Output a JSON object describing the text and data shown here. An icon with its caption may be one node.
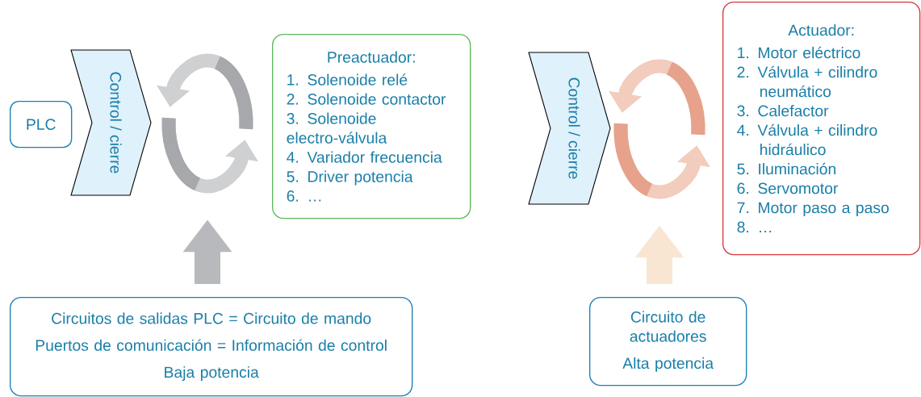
{
  "diagram": {
    "nodes": [
      {
        "text": [
          "PLC"
        ]
      },
      {
        "text": [
          "Control / cierre"
        ]
      },
      {
        "text": [],
        "shape": "picture"
      },
      {
        "text": [
          "Preactuador:",
          "1. Solenoide relé",
          "2. Solenoide contactor",
          "3. Solenoide electro-válvula",
          "4. Variador frecuencia",
          "5. Driver potencia",
          "6. …"
        ]
      },
      {
        "text": [
          "Control / cierre"
        ]
      },
      {
        "text": [],
        "shape": "picture"
      },
      {
        "text": [
          "Actuador:",
          "1. Motor eléctrico",
          "2. Válvula + cilindro neumático",
          "3. Calefactor",
          "4. Válvula + cilindro hidráulico",
          "5. Iluminación",
          "6. Servomotor",
          "7. Motor paso a paso",
          "8. …"
        ]
      },
      {
        "text": [
          "Circuitos de salidas PLC = Circuito de mando",
          "Puertos de comunicación = Información de control",
          "Baja potencia"
        ]
      },
      {
        "text": [
          "Circuito de actuadores",
          "Alta potencia"
        ]
      }
    ],
    "edges": [
      {
        "from": 7,
        "to": 2,
        "arrow": "to",
        "color": "#b8b9bd"
      },
      {
        "from": 8,
        "to": 5,
        "arrow": "to",
        "color": "#f9e6d2"
      }
    ]
  }
}
